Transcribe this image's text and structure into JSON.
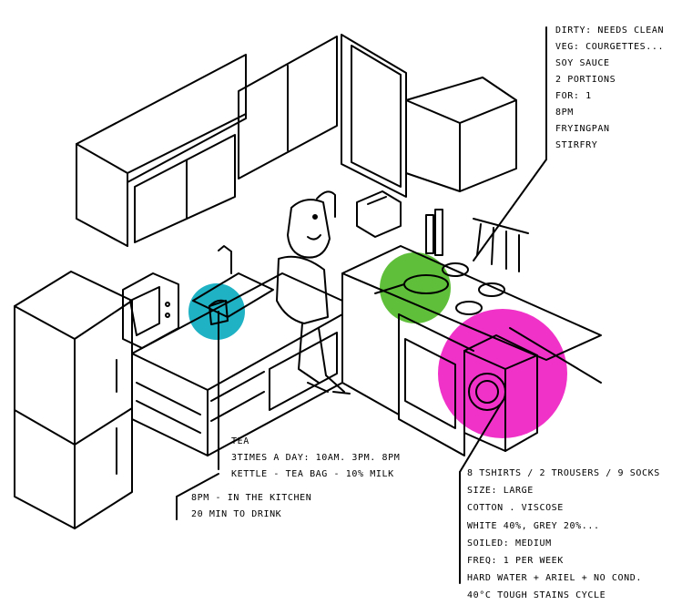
{
  "colors": {
    "ink": "#000000",
    "kettle_spot": "#1fb1c4",
    "stove_spot": "#5fbf3a",
    "washer_spot": "#f032c8"
  },
  "annotations": {
    "stove": {
      "lines": [
        "DIRTY: NEEDS CLEAN",
        "VEG: COURGETTES...",
        "SOY SAUCE",
        "2 PORTIONS",
        "FOR: 1",
        "8PM",
        "FRYINGPAN",
        "STIRFRY"
      ]
    },
    "kettle": {
      "lines": [
        "TEA",
        "3TIMES A DAY: 10AM. 3PM. 8PM",
        "KETTLE - TEA BAG - 10% MILK"
      ],
      "sub_lines": [
        "8PM - IN THE KITCHEN",
        "20 MIN TO DRINK"
      ]
    },
    "washer": {
      "lines": [
        "8 TSHIRTS / 2 TROUSERS / 9 SOCKS",
        "SIZE: LARGE",
        "COTTON . VISCOSE",
        "WHITE 40%, GREY 20%...",
        "SOILED: MEDIUM",
        "FREQ: 1 PER WEEK",
        "HARD WATER + ARIEL + NO COND.",
        "40°C TOUGH STAINS CYCLE"
      ]
    }
  },
  "icons": [
    "kitchen-illustration",
    "person-figure",
    "kettle-icon",
    "frying-pan-icon",
    "washing-machine-icon",
    "toaster-icon",
    "fridge-icon",
    "microwave-icon",
    "oven-icon",
    "sink-icon",
    "bottle-icon",
    "utensil-icon"
  ]
}
